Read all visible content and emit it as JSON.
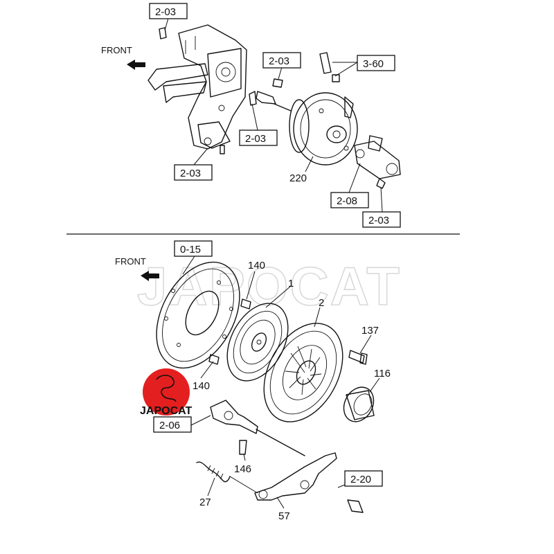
{
  "watermark": "JAPOCAT",
  "upper_section": {
    "front_label": "FRONT",
    "refs": [
      "2-03",
      "2-03",
      "2-03",
      "2-03",
      "3-60",
      "2-08",
      "2-03"
    ],
    "part_numbers": [
      "220"
    ]
  },
  "lower_section": {
    "front_label": "FRONT",
    "refs": [
      "0-15",
      "2-06",
      "2-20"
    ],
    "part_numbers": [
      "140",
      "1",
      "2",
      "137",
      "116",
      "140",
      "146",
      "27",
      "57"
    ]
  },
  "logo": {
    "text": "JAPOCAT",
    "color": "#e41f1f"
  },
  "colors": {
    "line": "#111111",
    "watermark": "#d9d9d9",
    "background": "#ffffff"
  }
}
